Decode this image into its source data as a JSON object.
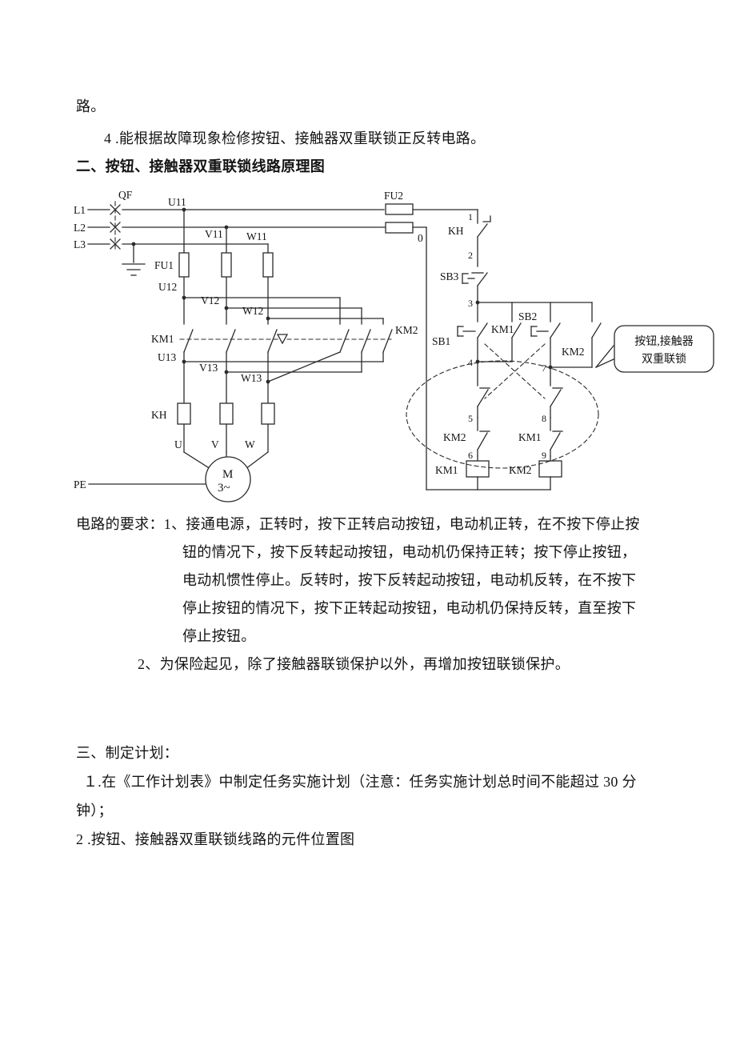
{
  "doc": {
    "top_fragment": "路。",
    "item4": "4 .能根据故障现象检修按钮、接触器双重联锁正反转电路。",
    "heading2": "二、按钮、接触器双重联锁线路原理图",
    "requirements": {
      "line1": "电路的要求：1、接通电源，正转时，按下正转启动按钮，电动机正转，在不按下停止按",
      "line2": "钮的情况下，按下反转起动按钮，电动机仍保持正转；按下停止按钮，",
      "line3": "电动机惯性停止。反转时，按下反转起动按钮，电动机反转，在不按下",
      "line4": "停止按钮的情况下，按下正转起动按钮，电动机仍保持反转，直至按下",
      "line5": "停止按钮。",
      "line6": "2、为保险起见，除了接触器联锁保护以外，再增加按钮联锁保护。"
    },
    "heading3": "三、制定计划：",
    "plan1a": "１.在《工作计划表》中制定任务实施计划（注意：任务实施计划总时间不能超过 30 分",
    "plan1b": "钟）；",
    "plan2": "2 .按钮、接触器双重联锁线路的元件位置图"
  },
  "diagram": {
    "labels": {
      "L1": "L1",
      "L2": "L2",
      "L3": "L3",
      "QF": "QF",
      "FU2": "FU2",
      "zero": "0",
      "U11": "U11",
      "V11": "V11",
      "W11": "W11",
      "FU1": "FU1",
      "U12": "U12",
      "V12": "V12",
      "W12": "W12",
      "KM1_main": "KM1",
      "KM2_main": "KM2",
      "U13": "U13",
      "V13": "V13",
      "W13": "W13",
      "KH_main": "KH",
      "U": "U",
      "V": "V",
      "W": "W",
      "motor_M": "M",
      "motor_3ph": "3~",
      "PE": "PE",
      "KH_ctl": "KH",
      "SB3": "SB3",
      "SB1": "SB1",
      "SB2": "SB2",
      "KM1_aux": "KM1",
      "KM2_aux": "KM2",
      "KM2_interlock": "KM2",
      "KM1_interlock": "KM1",
      "KM1_coil": "KM1",
      "KM2_coil": "KM2",
      "n1": "1",
      "n2": "2",
      "n3": "3",
      "n4": "4",
      "n5": "5",
      "n6": "6",
      "n7": "7",
      "n8": "8",
      "n9": "9"
    },
    "callout": {
      "line1": "按钮,接触器",
      "line2": "双重联锁"
    }
  }
}
